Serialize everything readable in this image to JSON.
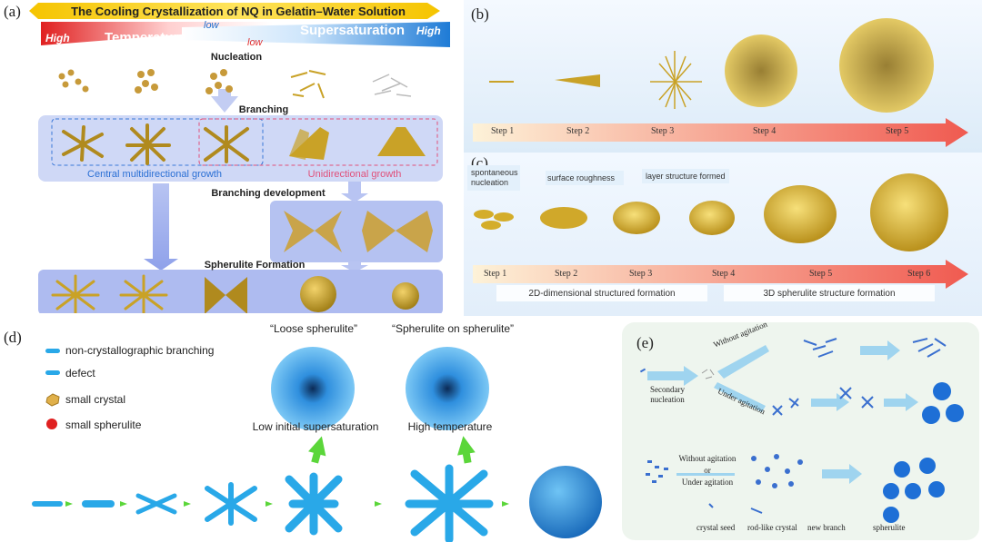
{
  "panel_a": {
    "label": "(a)",
    "title": "The Cooling Crystallization of NQ in Gelatin–Water Solution",
    "temp_high": "High",
    "temp_label": "Temperature",
    "temp_low": "low",
    "sat_low": "low",
    "sat_label": "Supersaturation",
    "sat_high": "High",
    "nucleation": "Nucleation",
    "branching": "Branching",
    "central_growth": "Central multidirectional growth",
    "uni_growth": "Unidirectional growth",
    "branching_development": "Branching development",
    "spherulite_formation": "Spherulite Formation"
  },
  "panel_b": {
    "label": "(b)",
    "steps": [
      "Step 1",
      "Step 2",
      "Step 3",
      "Step 4",
      "Step 5"
    ]
  },
  "panel_c": {
    "label": "(c)",
    "spontaneous_1": "spontaneous",
    "spontaneous_2": "nucleation",
    "surface": "surface roughness",
    "layer": "layer structure formed",
    "steps": [
      "Step 1",
      "Step 2",
      "Step 3",
      "Step 4",
      "Step 5",
      "Step 6"
    ],
    "formation_2d": "2D-dimensional structured formation",
    "formation_3d": "3D spherulite structure formation"
  },
  "panel_d": {
    "label": "(d)",
    "legend": [
      "non-crystallographic branching",
      "defect",
      "small crystal",
      "small spherulite"
    ],
    "loose": "“Loose spherulite”",
    "sos": "“Spherulite on spherulite”",
    "low_init": "Low initial supersaturation",
    "high_temp": "High temperature"
  },
  "panel_e": {
    "label": "(e)",
    "without_agitation": "Without agitation",
    "secondary_1": "Secondary",
    "secondary_2": "nucleation",
    "under_agitation": "Under agitation",
    "without_agitation_2": "Without agitation",
    "or": "or",
    "under_agitation_2": "Under agitation",
    "legend": [
      "crystal seed",
      "rod-like crystal",
      "new branch",
      "spherulite"
    ]
  },
  "colors": {
    "gold": "#c9a227",
    "panel_blue": "#cdd6f5",
    "panel_blue_dark": "#aab8ee",
    "arrow_red": "#ef5350",
    "cyan": "#29a8e8",
    "green": "#5bd63a"
  }
}
